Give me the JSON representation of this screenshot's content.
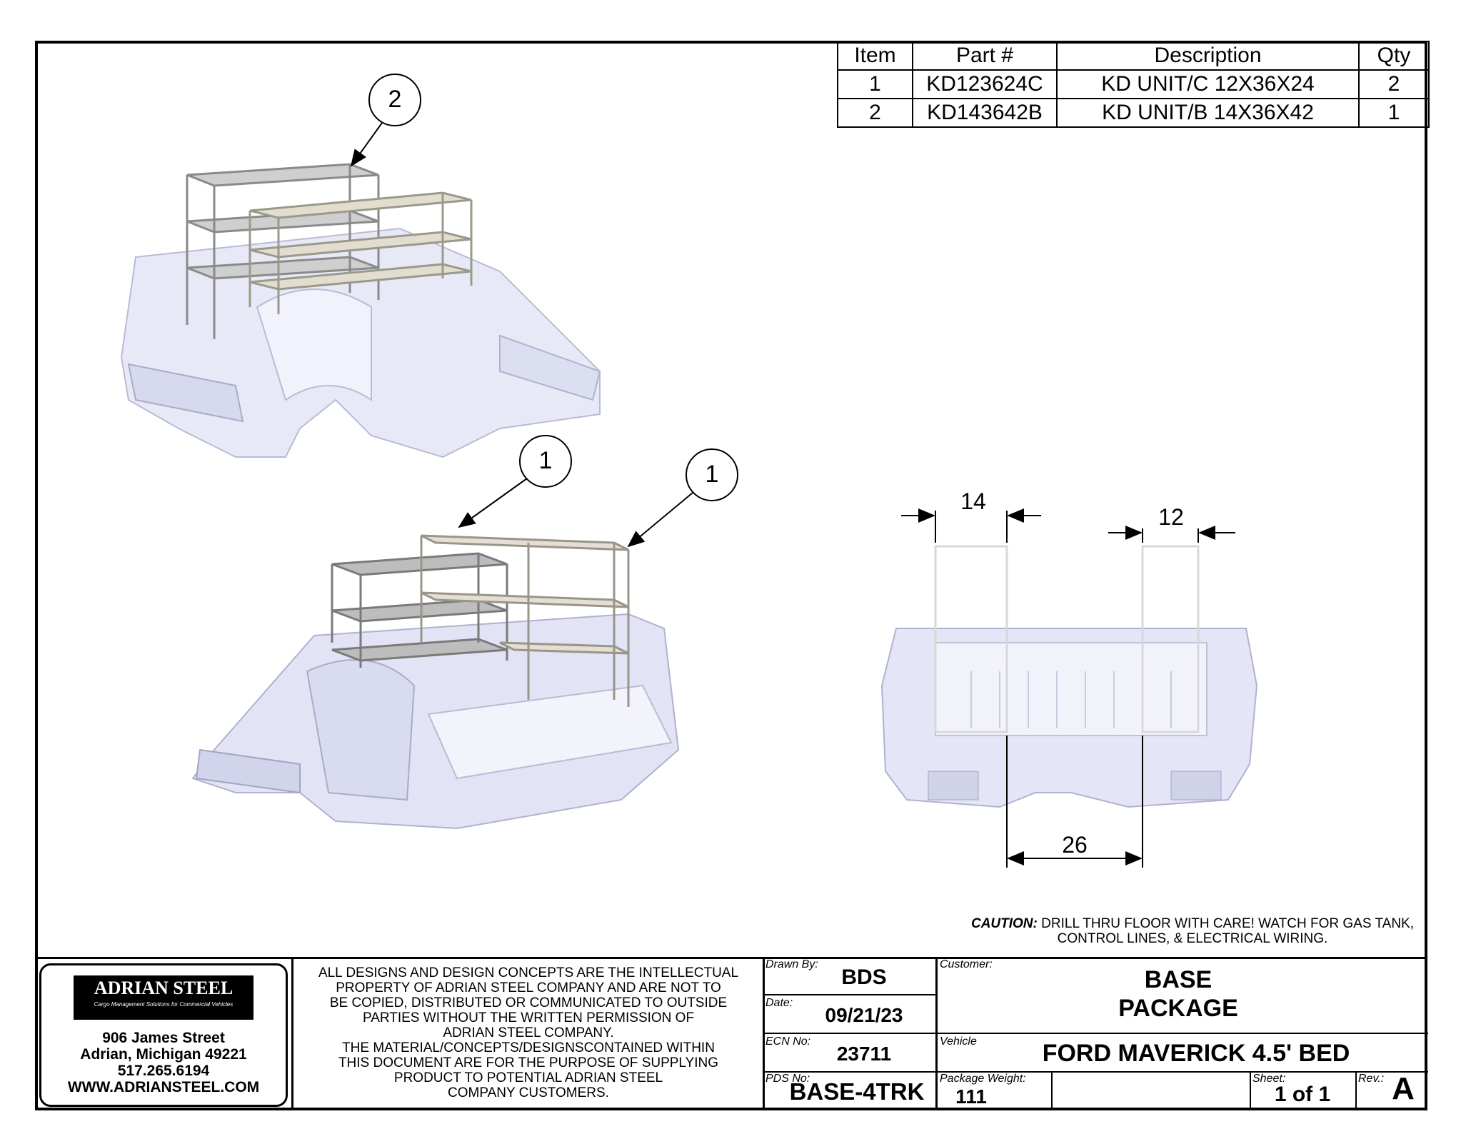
{
  "bom": {
    "headers": [
      "Item",
      "Part #",
      "Description",
      "Qty"
    ],
    "rows": [
      [
        "1",
        "KD123624C",
        "KD UNIT/C 12X36X24",
        "2"
      ],
      [
        "2",
        "KD143642B",
        "KD UNIT/B 14X36X42",
        "1"
      ]
    ]
  },
  "balloons": {
    "upper": "2",
    "lower_left": "1",
    "lower_right": "1"
  },
  "dimensions": {
    "left_width": "14",
    "right_width": "12",
    "spacing": "26"
  },
  "caution": {
    "label": "CAUTION:",
    "text": "DRILL THRU FLOOR WITH CARE! WATCH FOR GAS TANK, CONTROL LINES, & ELECTRICAL WIRING."
  },
  "company": {
    "logo_text": "ADRIAN STEEL",
    "logo_tagline": "Cargo Management Solutions for Commercial Vehicles",
    "address_line1": "906 James Street",
    "address_line2": "Adrian, Michigan 49221",
    "phone": "517.265.6194",
    "website": "WWW.ADRIANSTEEL.COM"
  },
  "notice": {
    "line1": "ALL DESIGNS AND DESIGN CONCEPTS ARE THE INTELLECTUAL",
    "line2": "PROPERTY OF ADRIAN STEEL COMPANY AND ARE NOT TO",
    "line3": "BE COPIED, DISTRIBUTED OR COMMUNICATED TO OUTSIDE",
    "line4": "PARTIES WITHOUT THE WRITTEN PERMISSION OF",
    "line5": "ADRIAN STEEL COMPANY.",
    "line6": "THE MATERIAL/CONCEPTS/DESIGNSCONTAINED WITHIN",
    "line7": "THIS DOCUMENT ARE FOR  THE PURPOSE OF SUPPLYING",
    "line8": "PRODUCT TO POTENTIAL ADRIAN STEEL",
    "line9": "COMPANY CUSTOMERS."
  },
  "title_block": {
    "drawn_by_label": "Drawn By:",
    "drawn_by": "BDS",
    "date_label": "Date:",
    "date": "09/21/23",
    "ecn_label": "ECN No:",
    "ecn": "23711",
    "pds_label": "PDS No:",
    "pds": "BASE-4TRK",
    "customer_label": "Customer:",
    "customer_line1": "BASE",
    "customer_line2": "PACKAGE",
    "vehicle_label": "Vehicle",
    "vehicle": "FORD MAVERICK 4.5' BED",
    "weight_label": "Package Weight:",
    "weight": "111",
    "sheet_label": "Sheet:",
    "sheet": "1 of 1",
    "rev_label": "Rev.:",
    "rev": "A"
  }
}
